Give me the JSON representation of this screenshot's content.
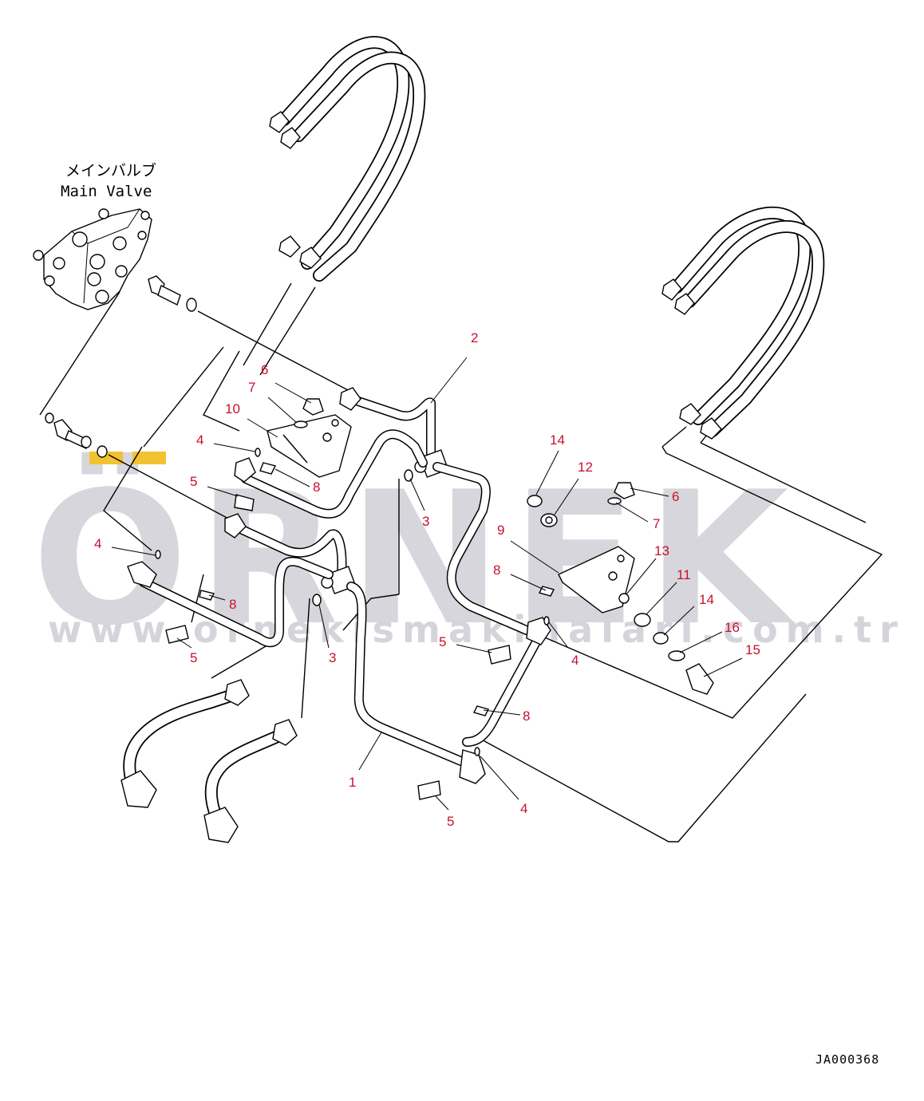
{
  "watermark": {
    "brand": "ÖRNEK",
    "url": "www.ornekismakinalari.com.tr",
    "accent_color": "#f2c230",
    "text_color": "#d6d6dc"
  },
  "main_valve_label": {
    "japanese": "メインバルブ",
    "english": "Main Valve"
  },
  "drawing_id": "JA000368",
  "callout_color": "#c8102e",
  "callouts": [
    {
      "id": "c-2",
      "label": "2"
    },
    {
      "id": "c-6a",
      "label": "6"
    },
    {
      "id": "c-7a",
      "label": "7"
    },
    {
      "id": "c-10",
      "label": "10"
    },
    {
      "id": "c-4a",
      "label": "4"
    },
    {
      "id": "c-8a",
      "label": "8"
    },
    {
      "id": "c-5a",
      "label": "5"
    },
    {
      "id": "c-3a",
      "label": "3"
    },
    {
      "id": "c-4b",
      "label": "4"
    },
    {
      "id": "c-8b",
      "label": "8"
    },
    {
      "id": "c-5b",
      "label": "5"
    },
    {
      "id": "c-3b",
      "label": "3"
    },
    {
      "id": "c-14a",
      "label": "14"
    },
    {
      "id": "c-12",
      "label": "12"
    },
    {
      "id": "c-6b",
      "label": "6"
    },
    {
      "id": "c-7b",
      "label": "7"
    },
    {
      "id": "c-9",
      "label": "9"
    },
    {
      "id": "c-13",
      "label": "13"
    },
    {
      "id": "c-8c",
      "label": "8"
    },
    {
      "id": "c-11",
      "label": "11"
    },
    {
      "id": "c-14b",
      "label": "14"
    },
    {
      "id": "c-16",
      "label": "16"
    },
    {
      "id": "c-15",
      "label": "15"
    },
    {
      "id": "c-5c",
      "label": "5"
    },
    {
      "id": "c-4c",
      "label": "4"
    },
    {
      "id": "c-8d",
      "label": "8"
    },
    {
      "id": "c-1",
      "label": "1"
    },
    {
      "id": "c-5d",
      "label": "5"
    },
    {
      "id": "c-4d",
      "label": "4"
    }
  ]
}
